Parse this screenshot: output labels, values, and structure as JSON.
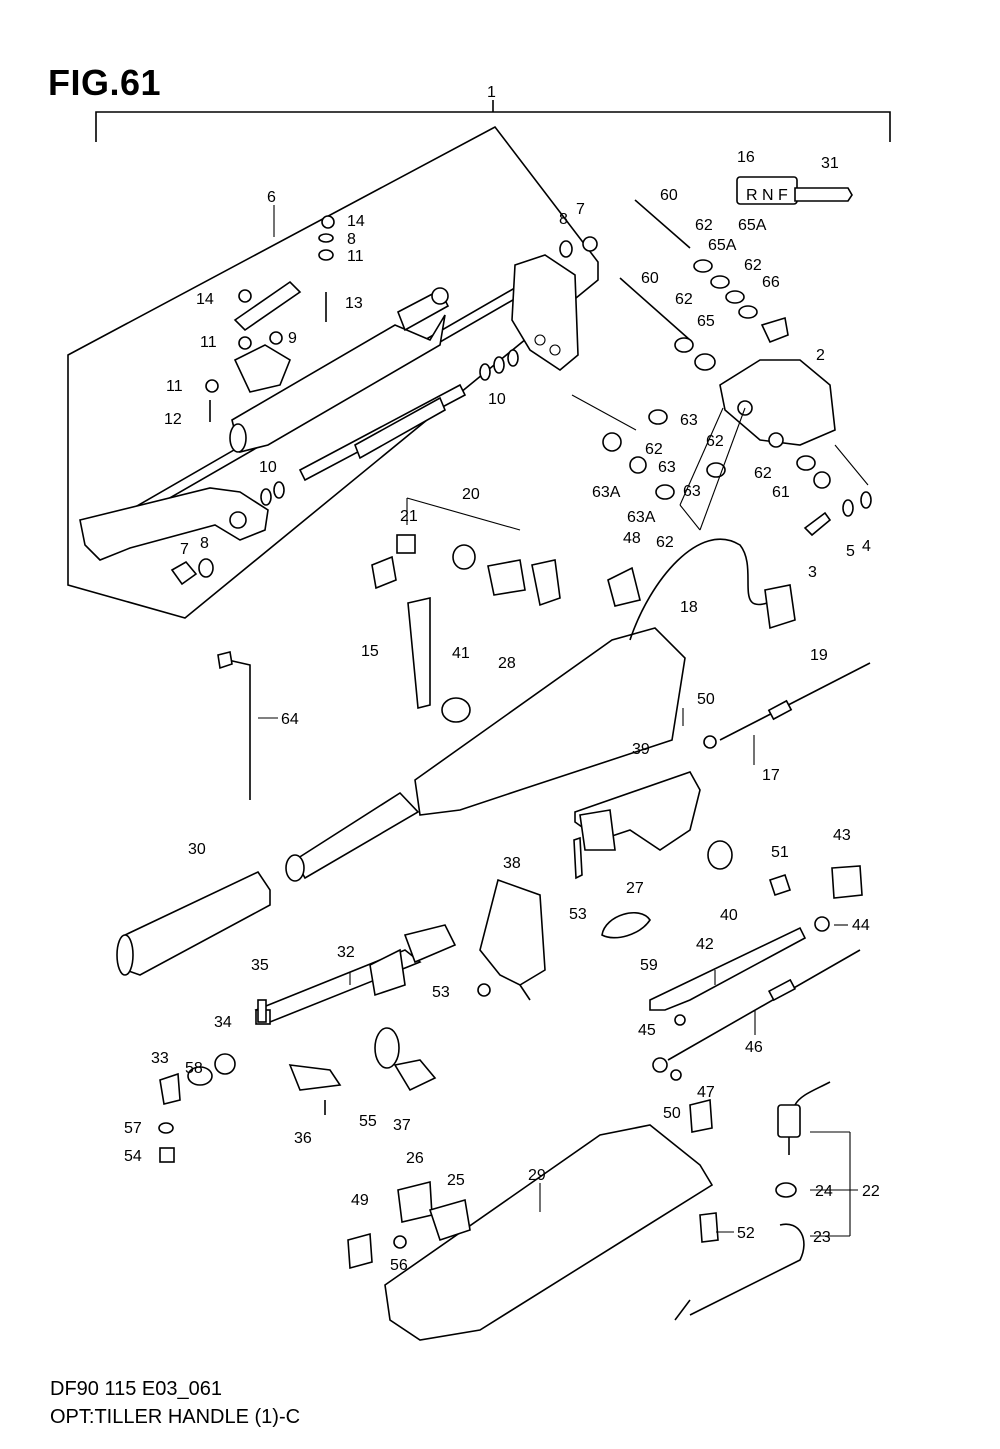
{
  "figure_title": "FIG.61",
  "footer": {
    "line1": "DF90 115 E03_061",
    "line2": "OPT:TILLER HANDLE (1)-C"
  },
  "switch_plate_text": "R N F",
  "callouts": [
    {
      "id": "c1",
      "text": "1"
    },
    {
      "id": "c6",
      "text": "6"
    },
    {
      "id": "c14a",
      "text": "14"
    },
    {
      "id": "c8a",
      "text": "8"
    },
    {
      "id": "c11a",
      "text": "11"
    },
    {
      "id": "c14b",
      "text": "14"
    },
    {
      "id": "c13",
      "text": "13"
    },
    {
      "id": "c11b",
      "text": "11"
    },
    {
      "id": "c9",
      "text": "9"
    },
    {
      "id": "c11c",
      "text": "11"
    },
    {
      "id": "c12",
      "text": "12"
    },
    {
      "id": "c10a",
      "text": "10"
    },
    {
      "id": "c10b",
      "text": "10"
    },
    {
      "id": "c7a",
      "text": "7"
    },
    {
      "id": "c8b",
      "text": "8"
    },
    {
      "id": "c8c",
      "text": "8"
    },
    {
      "id": "c7b",
      "text": "7"
    },
    {
      "id": "c16",
      "text": "16"
    },
    {
      "id": "c31",
      "text": "31"
    },
    {
      "id": "c60a",
      "text": "60"
    },
    {
      "id": "c62a",
      "text": "62"
    },
    {
      "id": "c65Aa",
      "text": "65A"
    },
    {
      "id": "c65Ab",
      "text": "65A"
    },
    {
      "id": "c62b",
      "text": "62"
    },
    {
      "id": "c66",
      "text": "66"
    },
    {
      "id": "c60b",
      "text": "60"
    },
    {
      "id": "c62c",
      "text": "62"
    },
    {
      "id": "c65",
      "text": "65"
    },
    {
      "id": "c2",
      "text": "2"
    },
    {
      "id": "c63a",
      "text": "63"
    },
    {
      "id": "c62d",
      "text": "62"
    },
    {
      "id": "c62e",
      "text": "62"
    },
    {
      "id": "c63b",
      "text": "63"
    },
    {
      "id": "c63c",
      "text": "63"
    },
    {
      "id": "c63Aa",
      "text": "63A"
    },
    {
      "id": "c63Ab",
      "text": "63A"
    },
    {
      "id": "c62f",
      "text": "62"
    },
    {
      "id": "c62g",
      "text": "62"
    },
    {
      "id": "c61",
      "text": "61"
    },
    {
      "id": "c5",
      "text": "5"
    },
    {
      "id": "c4",
      "text": "4"
    },
    {
      "id": "c3",
      "text": "3"
    },
    {
      "id": "c20",
      "text": "20"
    },
    {
      "id": "c21",
      "text": "21"
    },
    {
      "id": "c48",
      "text": "48"
    },
    {
      "id": "c18",
      "text": "18"
    },
    {
      "id": "c19",
      "text": "19"
    },
    {
      "id": "c15",
      "text": "15"
    },
    {
      "id": "c41",
      "text": "41"
    },
    {
      "id": "c28",
      "text": "28"
    },
    {
      "id": "c64",
      "text": "64"
    },
    {
      "id": "c50a",
      "text": "50"
    },
    {
      "id": "c17",
      "text": "17"
    },
    {
      "id": "c39",
      "text": "39"
    },
    {
      "id": "c43",
      "text": "43"
    },
    {
      "id": "c30",
      "text": "30"
    },
    {
      "id": "c51",
      "text": "51"
    },
    {
      "id": "c40",
      "text": "40"
    },
    {
      "id": "c44",
      "text": "44"
    },
    {
      "id": "c38",
      "text": "38"
    },
    {
      "id": "c27",
      "text": "27"
    },
    {
      "id": "c53a",
      "text": "53"
    },
    {
      "id": "c42",
      "text": "42"
    },
    {
      "id": "c59",
      "text": "59"
    },
    {
      "id": "c35",
      "text": "35"
    },
    {
      "id": "c32",
      "text": "32"
    },
    {
      "id": "c53b",
      "text": "53"
    },
    {
      "id": "c34",
      "text": "34"
    },
    {
      "id": "c58",
      "text": "58"
    },
    {
      "id": "c33",
      "text": "33"
    },
    {
      "id": "c45",
      "text": "45"
    },
    {
      "id": "c46",
      "text": "46"
    },
    {
      "id": "c47",
      "text": "47"
    },
    {
      "id": "c50b",
      "text": "50"
    },
    {
      "id": "c57",
      "text": "57"
    },
    {
      "id": "c55",
      "text": "55"
    },
    {
      "id": "c37",
      "text": "37"
    },
    {
      "id": "c36",
      "text": "36"
    },
    {
      "id": "c54",
      "text": "54"
    },
    {
      "id": "c26",
      "text": "26"
    },
    {
      "id": "c25",
      "text": "25"
    },
    {
      "id": "c29",
      "text": "29"
    },
    {
      "id": "c24",
      "text": "24"
    },
    {
      "id": "c22",
      "text": "22"
    },
    {
      "id": "c49",
      "text": "49"
    },
    {
      "id": "c52",
      "text": "52"
    },
    {
      "id": "c23",
      "text": "23"
    },
    {
      "id": "c56",
      "text": "56"
    }
  ]
}
